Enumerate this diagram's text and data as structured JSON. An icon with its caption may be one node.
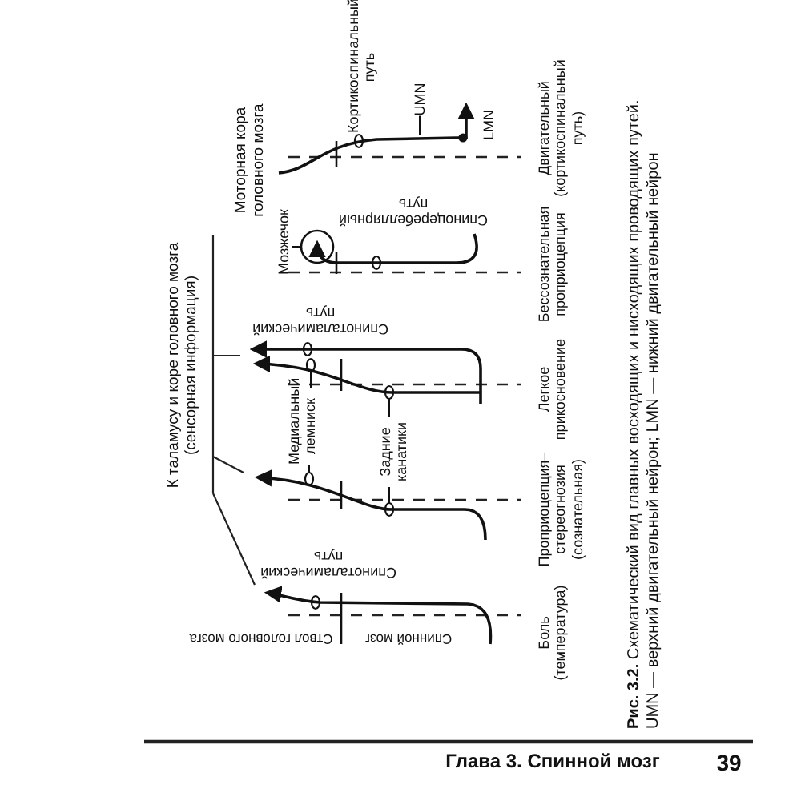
{
  "diagram": {
    "caption": "**Рис. 3.2.** Схематический вид главных восходящих и нисходящих проводящих путей. UMN — верхний двигательный нейрон; LMN — нижний двигательный нейрон",
    "nodes": [
      {
        "text": [
          "Медиальный лемниск"
        ]
      },
      {
        "text": [
          "Задние канатики"
        ]
      },
      {
        "text": [
          "UMN"
        ]
      },
      {
        "text": [
          "Мозжечок"
        ]
      },
      {
        "text": [],
        "shape": "circle"
      },
      {
        "text": [],
        "shape": "circle"
      },
      {
        "text": [],
        "shape": "circle"
      },
      {
        "text": [],
        "shape": "circle"
      },
      {
        "text": [],
        "shape": "circle"
      }
    ],
    "edges": [
      {
        "from": 0,
        "to": 5,
        "arrow": "none"
      },
      {
        "from": 0,
        "to": 7,
        "arrow": "none"
      },
      {
        "from": 1,
        "to": 6,
        "arrow": "none"
      },
      {
        "from": 1,
        "to": 8,
        "arrow": "none"
      },
      {
        "from": 2,
        "to": null,
        "arrow": "none"
      },
      {
        "from": 3,
        "to": 4,
        "arrow": "none"
      }
    ],
    "labels": [
      "К таламусу и коре головного мозга (сенсорная информация)",
      "Моторная кора головного мозга",
      "Кортикоспинальный путь",
      "LMN",
      "Спиноцеребеллярный путь",
      "Спиноталамический путь",
      "Спиноталамический путь",
      "Ствол головного мозга",
      "Спинной мозг",
      "Двигательный (кортикоспинальный путь)",
      "Бессознательная проприоцепция",
      "Легкое прикосновение",
      "Проприоцепция–стереогнозия (сознательная)",
      "Боль (температура)",
      "Глава 3. Спинной мозг",
      "39"
    ]
  }
}
